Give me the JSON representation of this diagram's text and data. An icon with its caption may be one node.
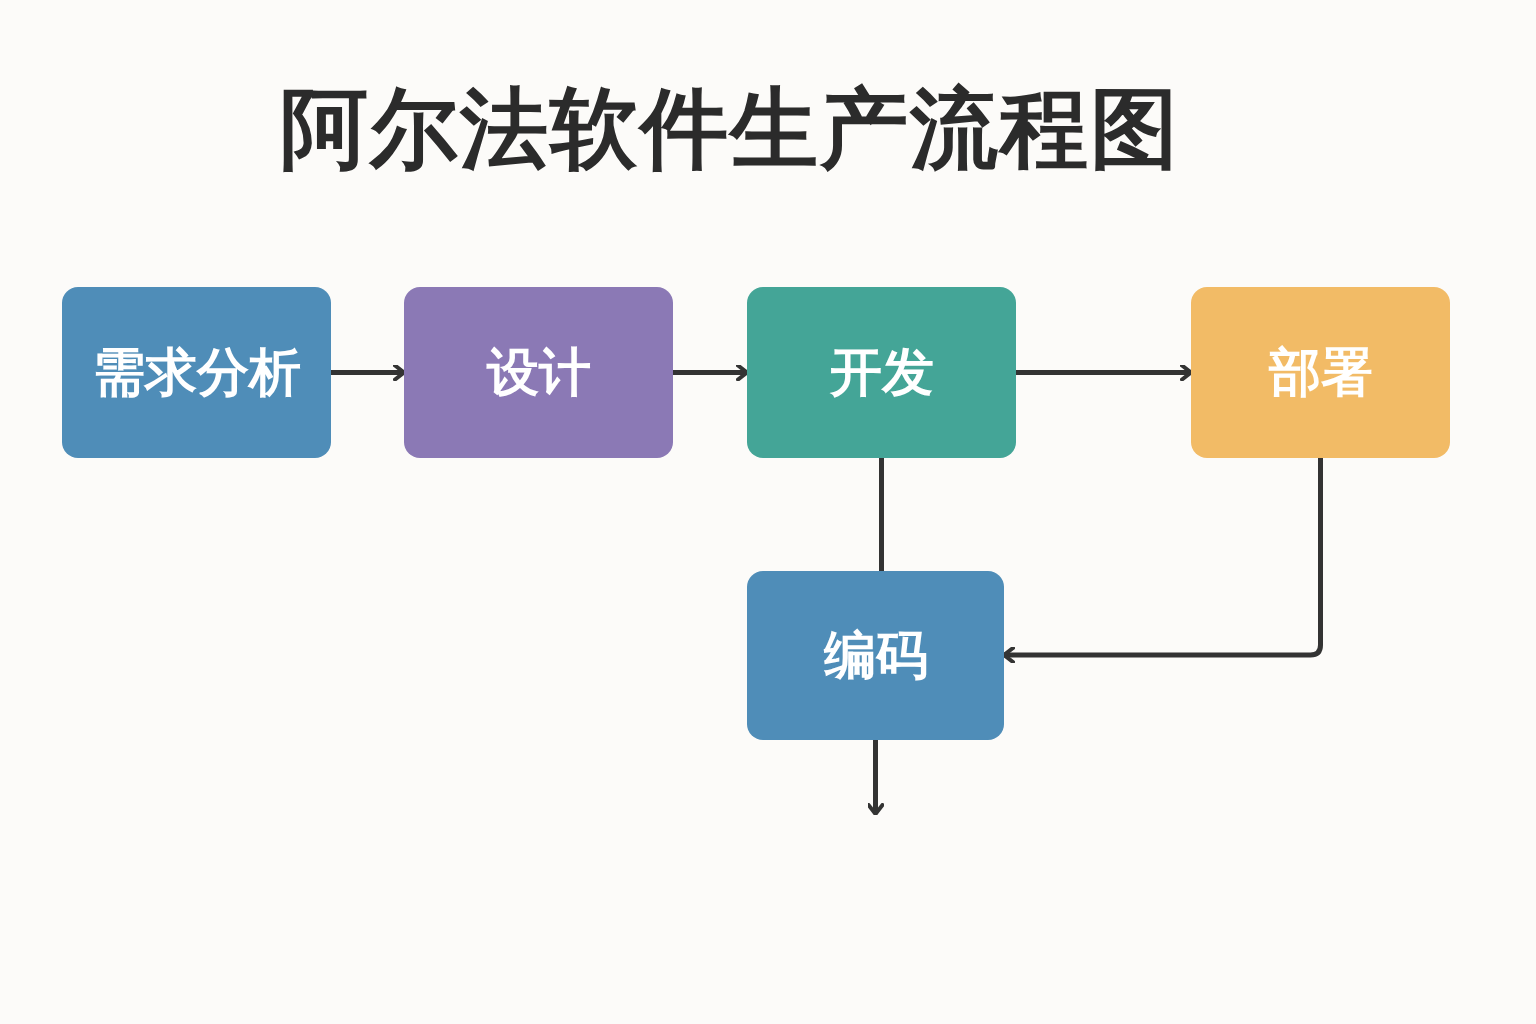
{
  "diagram": {
    "title": "阿尔法软件生产流程图",
    "nodes": [
      {
        "text": [
          "需求分析"
        ]
      },
      {
        "text": [
          "设计"
        ]
      },
      {
        "text": [
          "开发"
        ]
      },
      {
        "text": [
          "部署"
        ]
      },
      {
        "text": [
          "编码"
        ]
      }
    ],
    "edges": [
      {
        "from": 0,
        "to": 1,
        "arrow": "to"
      },
      {
        "from": 1,
        "to": 2,
        "arrow": "to"
      },
      {
        "from": 2,
        "to": 3,
        "arrow": "to"
      },
      {
        "from": 2,
        "to": 4,
        "arrow": "none"
      },
      {
        "from": 3,
        "to": 4,
        "arrow": "to"
      },
      {
        "from": 4,
        "to": null,
        "arrow": "to"
      }
    ]
  }
}
